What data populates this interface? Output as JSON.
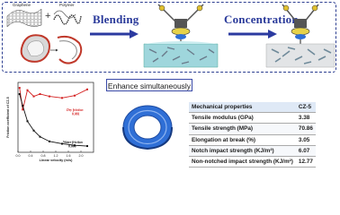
{
  "labels": {
    "graphene": "Graphene",
    "polymer": "Polymer",
    "plus": "+",
    "blending": "Blending",
    "concentration": "Concentration",
    "enhance": "Enhance simultaneously"
  },
  "chart_data": {
    "type": "line",
    "xlabel": "Linear velocity (m/s)",
    "ylabel": "Friction coefficient of CZ-5",
    "xlim": [
      0,
      2.4
    ],
    "x_ticks": [
      "0.0",
      "0.4",
      "0.8",
      "1.2",
      "1.6",
      "2.0"
    ],
    "series": [
      {
        "name": "Dry friction",
        "annotation": "0.081",
        "color": "#d42020",
        "x": [
          0.05,
          0.15,
          0.3,
          0.5,
          0.7,
          1.0,
          1.4,
          1.8,
          2.2
        ],
        "y": [
          0.083,
          0.055,
          0.08,
          0.072,
          0.075,
          0.072,
          0.07,
          0.073,
          0.081
        ]
      },
      {
        "name": "Water friction",
        "annotation": "0.008",
        "color": "#111111",
        "x": [
          0.05,
          0.15,
          0.3,
          0.5,
          0.7,
          1.0,
          1.4,
          1.8,
          2.2
        ],
        "y": [
          0.075,
          0.06,
          0.04,
          0.028,
          0.02,
          0.014,
          0.011,
          0.009,
          0.008
        ]
      }
    ],
    "ylim": [
      0,
      0.09
    ]
  },
  "table": {
    "header": [
      "Mechanical properties",
      "CZ-5"
    ],
    "rows": [
      [
        "Tensile modulus (GPa)",
        "3.38"
      ],
      [
        "Tensile strength (MPa)",
        "70.86"
      ],
      [
        "Elongation at break (%)",
        "3.05"
      ],
      [
        "Notch impact strength (KJ/m²)",
        "6.07"
      ],
      [
        "Non-notched impact strength (KJ/m²)",
        "12.77"
      ]
    ]
  },
  "colors": {
    "frame": "#2c3e91",
    "arrow": "#2b3aa0",
    "dry": "#d42020",
    "water": "#111111",
    "table_head": "#dfe9f6"
  }
}
